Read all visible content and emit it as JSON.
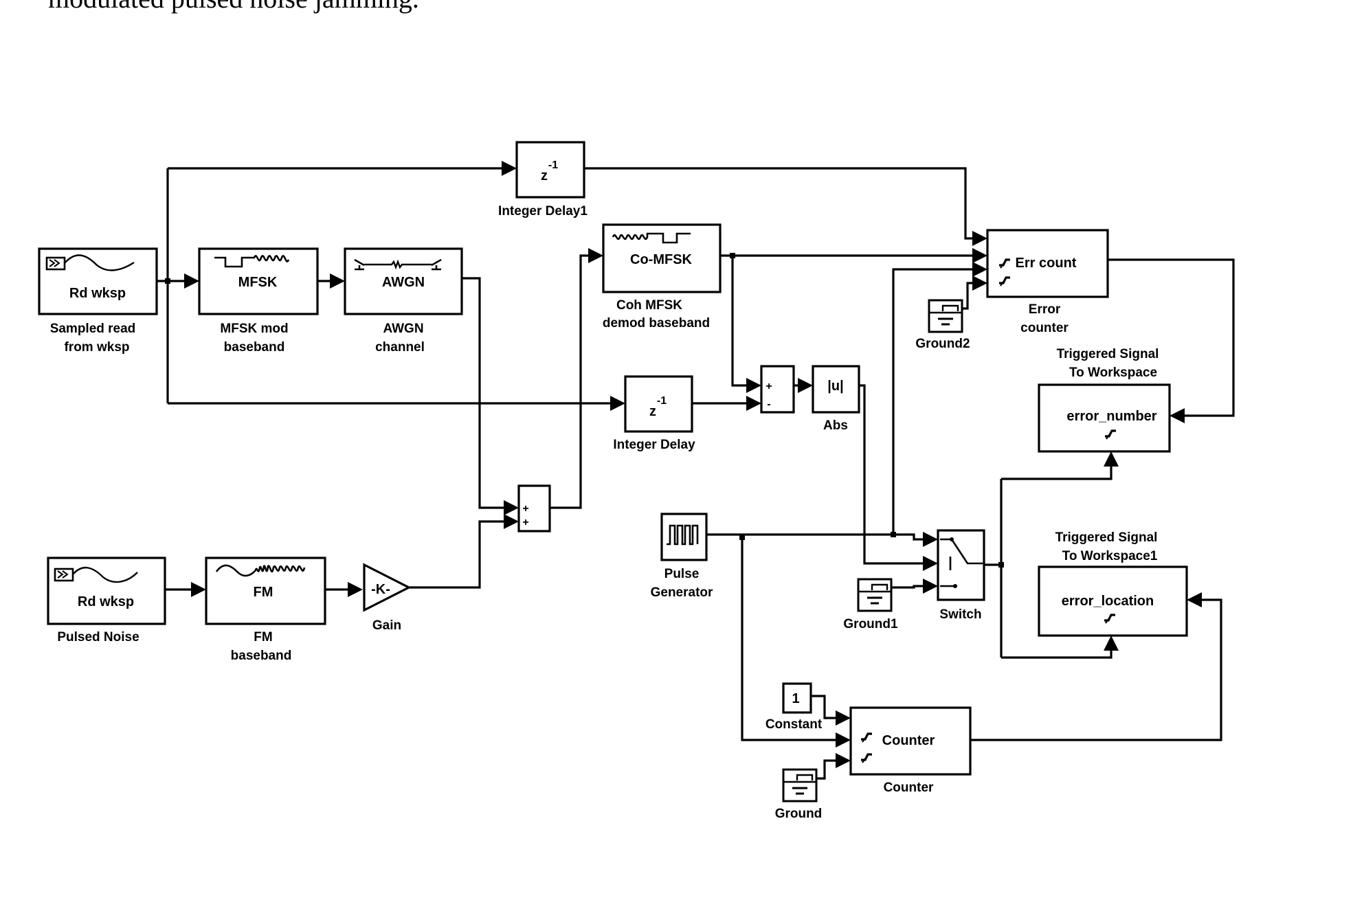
{
  "caption": "modulated pulsed noise jamming.",
  "blocks": {
    "sampled_read": {
      "inner": "Rd wksp",
      "label": [
        "Sampled read",
        "from wksp"
      ]
    },
    "mfsk_mod": {
      "inner": "MFSK",
      "label": [
        "MFSK mod",
        "baseband"
      ]
    },
    "awgn": {
      "inner": "AWGN",
      "label": [
        "AWGN",
        "channel"
      ]
    },
    "integer_delay1": {
      "inner_base": "z",
      "inner_exp": "-1",
      "label": [
        "Integer Delay1"
      ]
    },
    "co_mfsk": {
      "inner": "Co-MFSK",
      "label": [
        "Coh MFSK",
        "demod baseband"
      ]
    },
    "error_counter": {
      "inner": "Err count",
      "label": [
        "Error",
        "counter"
      ]
    },
    "ground2": {
      "label": [
        "Ground2"
      ]
    },
    "sum": {
      "signs": [
        "+",
        "-"
      ]
    },
    "abs": {
      "inner": "|u|",
      "label": [
        "Abs"
      ]
    },
    "integer_delay": {
      "inner_base": "z",
      "inner_exp": "-1",
      "label": [
        "Integer Delay"
      ]
    },
    "adder": {
      "signs": [
        "+",
        "+"
      ]
    },
    "trig_ws": {
      "inner": "error_number",
      "label": [
        "Triggered Signal",
        "To Workspace"
      ]
    },
    "pulsed_noise": {
      "inner": "Rd wksp",
      "label": [
        "Pulsed Noise"
      ]
    },
    "fm": {
      "inner": "FM",
      "label": [
        "FM",
        "baseband"
      ]
    },
    "gain": {
      "inner": "-K-",
      "label": [
        "Gain"
      ]
    },
    "pulse_gen": {
      "label": [
        "Pulse",
        "Generator"
      ]
    },
    "switch": {
      "label": [
        "Switch"
      ]
    },
    "ground1": {
      "label": [
        "Ground1"
      ]
    },
    "trig_ws1": {
      "inner": "error_location",
      "label": [
        "Triggered Signal",
        "To Workspace1"
      ]
    },
    "constant": {
      "inner": "1",
      "label": [
        "Constant"
      ]
    },
    "counter": {
      "inner": "Counter",
      "label": [
        "Counter"
      ]
    },
    "ground": {
      "label": [
        "Ground"
      ]
    }
  },
  "icons": {
    "workspace_read": "from-workspace-icon",
    "mfsk_wave": "mfsk-waveform-icon",
    "awgn": "awgn-channel-icon",
    "trigger": "rising-edge-trigger-icon",
    "ground": "ground-icon",
    "pulse": "pulse-train-icon",
    "switch": "switch-icon",
    "fm_wave": "fm-waveform-icon"
  }
}
